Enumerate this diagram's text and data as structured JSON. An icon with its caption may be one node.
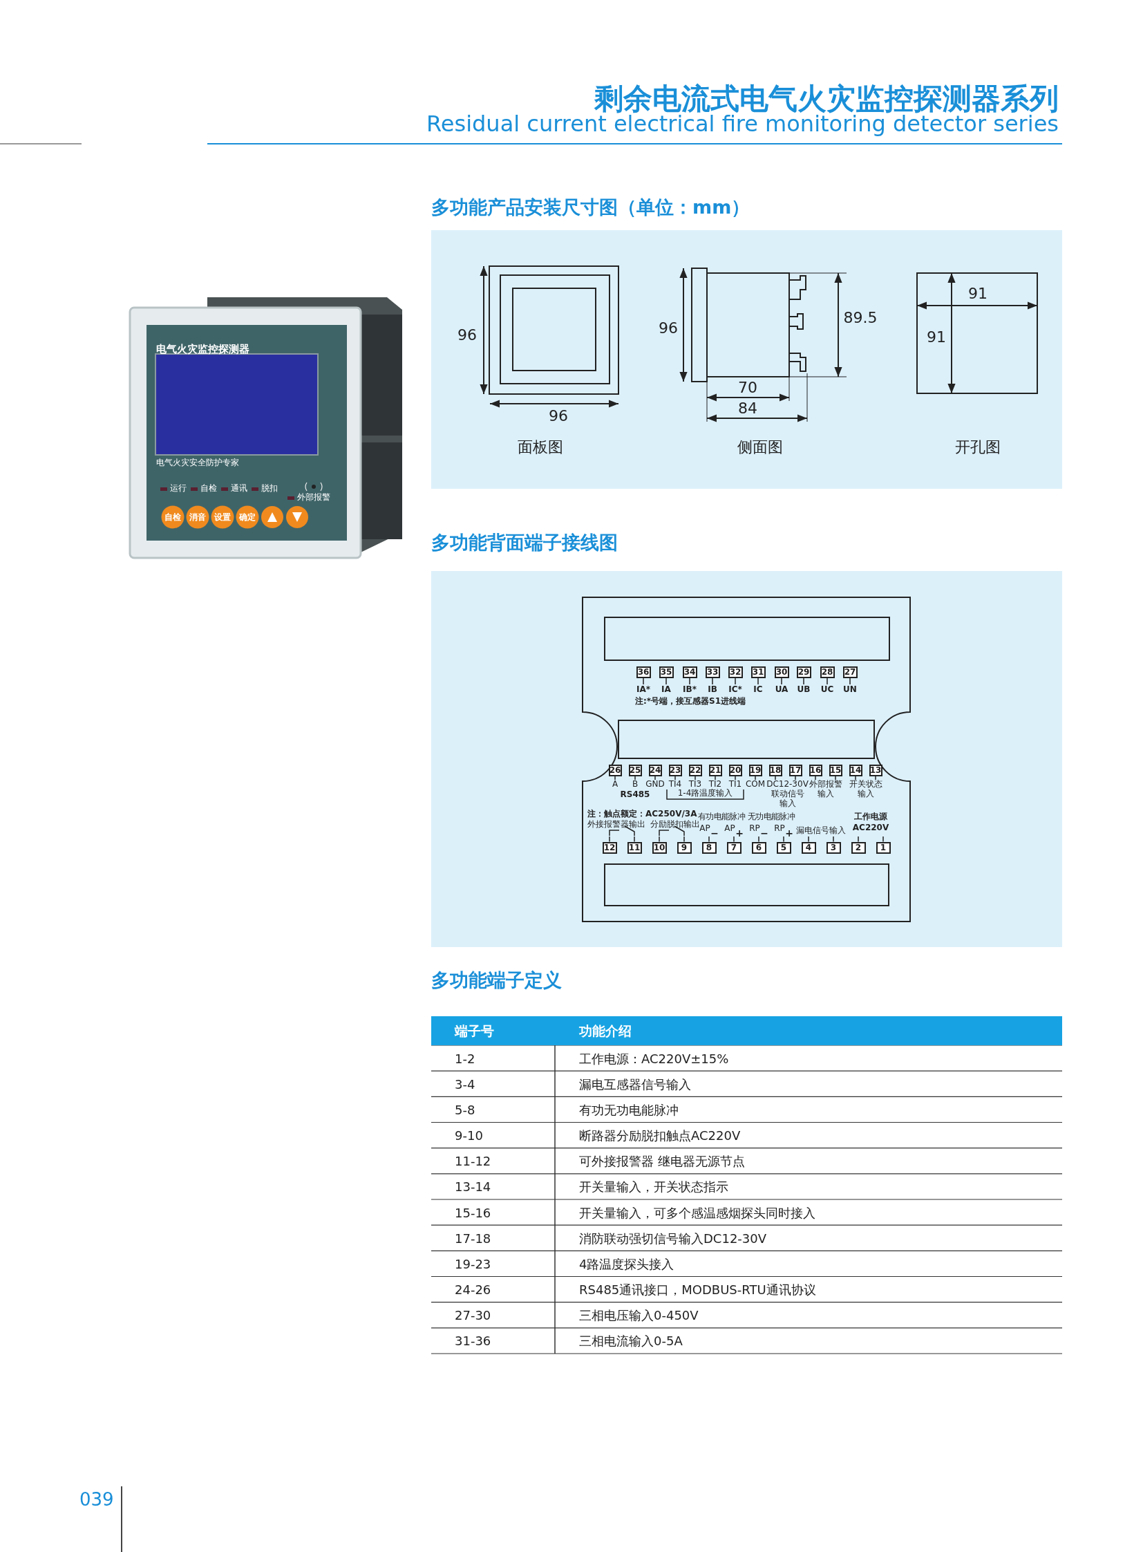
{
  "diagram": {
    "title": "剩余电流式电气火灾监控探测器系列",
    "nodes": [
      {
        "text": [
          "36"
        ],
        "beside": [
          "IA*"
        ]
      },
      {
        "text": [
          "35"
        ],
        "beside": [
          "IA"
        ]
      },
      {
        "text": [
          "34"
        ],
        "beside": [
          "IB*"
        ]
      },
      {
        "text": [
          "33"
        ],
        "beside": [
          "IB"
        ]
      },
      {
        "text": [
          "32"
        ],
        "beside": [
          "IC*"
        ]
      },
      {
        "text": [
          "31"
        ],
        "beside": [
          "IC"
        ]
      },
      {
        "text": [
          "30"
        ],
        "beside": [
          "UA"
        ]
      },
      {
        "text": [
          "29"
        ],
        "beside": [
          "UB"
        ]
      },
      {
        "text": [
          "28"
        ],
        "beside": [
          "UC"
        ]
      },
      {
        "text": [
          "27"
        ],
        "beside": [
          "UN"
        ]
      },
      {
        "text": [
          "26"
        ],
        "beside": [
          "A"
        ]
      },
      {
        "text": [
          "25"
        ],
        "beside": [
          "B"
        ]
      },
      {
        "text": [
          "24"
        ],
        "beside": [
          "GND"
        ]
      },
      {
        "text": [
          "23"
        ],
        "beside": [
          "TI4"
        ]
      },
      {
        "text": [
          "22"
        ],
        "beside": [
          "TI3"
        ]
      },
      {
        "text": [
          "21"
        ],
        "beside": [
          "TI2"
        ]
      },
      {
        "text": [
          "20"
        ],
        "beside": [
          "TI1"
        ]
      },
      {
        "text": [
          "19"
        ],
        "beside": [
          "COM"
        ]
      },
      {
        "text": [
          "18"
        ]
      },
      {
        "text": [
          "17"
        ]
      },
      {
        "text": [
          "16"
        ]
      },
      {
        "text": [
          "15"
        ]
      },
      {
        "text": [
          "14"
        ]
      },
      {
        "text": [
          "13"
        ]
      },
      {
        "text": [
          "12"
        ]
      },
      {
        "text": [
          "11"
        ]
      },
      {
        "text": [
          "10"
        ]
      },
      {
        "text": [
          "9"
        ]
      },
      {
        "text": [
          "8"
        ],
        "beside": [
          "AP",
          "−"
        ]
      },
      {
        "text": [
          "7"
        ],
        "beside": [
          "AP",
          "+"
        ]
      },
      {
        "text": [
          "6"
        ],
        "beside": [
          "RP",
          "−"
        ]
      },
      {
        "text": [
          "5"
        ],
        "beside": [
          "RP",
          "+"
        ]
      },
      {
        "text": [
          "4"
        ]
      },
      {
        "text": [
          "3"
        ]
      },
      {
        "text": [
          "2"
        ]
      },
      {
        "text": [
          "1"
        ]
      }
    ],
    "labels": [
      "Residual current electrical fire monitoring detector series",
      "电气火灾监控探测器",
      "电气火灾安全防护专家",
      "运行",
      "自检",
      "通讯",
      "脱扣",
      "外部报警",
      "自检",
      "消音",
      "设置",
      "确定",
      "多功能产品安装尺寸图（单位：mm）",
      "96",
      "96",
      "96",
      "89.5",
      "70",
      "84",
      "91",
      "91",
      "面板图",
      "侧面图",
      "开孔图",
      "多功能背面端子接线图",
      "注:*号端，接互感器S1进线端",
      "DC12-30V",
      "外部报警",
      "开关状态",
      "RS485",
      "1-4路温度输入",
      "联动信号",
      "输入",
      "输入",
      "输入",
      "注：触点额定：AC250V/3A",
      "外接报警器输出",
      "分励脱扣输出",
      "有功电能脉冲",
      "无功电能脉冲",
      "漏电信号输入",
      "工作电源",
      "AC220V",
      "多功能端子定义",
      "端子号",
      "功能介绍",
      "1-2",
      "工作电源：AC220V±15%",
      "3-4",
      "漏电互感器信号输入",
      "5-8",
      "有功无功电能脉冲",
      "9-10",
      "断路器分励脱扣触点AC220V",
      "11-12",
      "可外接报警器 继电器无源节点",
      "13-14",
      "开关量输入，开关状态指示",
      "15-16",
      "开关量输入，可多个感温感烟探头同时接入",
      "17-18",
      "消防联动强切信号输入DC12-30V",
      "19-23",
      "4路温度探头接入",
      "24-26",
      "RS485通讯接口，MODBUS-RTU通讯协议",
      "27-30",
      "三相电压输入0-450V",
      "31-36",
      "三相电流输入0-5A",
      "039"
    ]
  }
}
